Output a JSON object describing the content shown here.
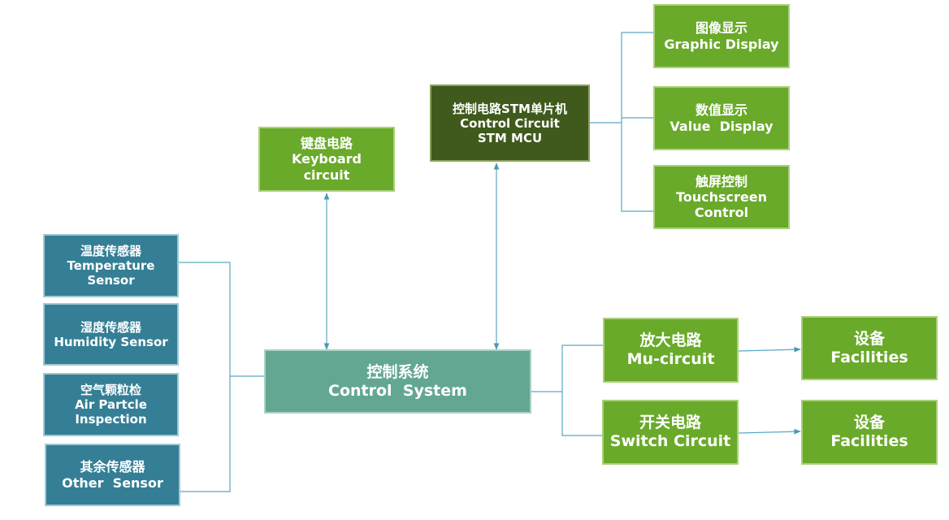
{
  "diagram": {
    "sensors": [
      {
        "cn": "温度传感器",
        "en1": "Temperature",
        "en2": "Sensor"
      },
      {
        "cn": "湿度传感器",
        "en1": "Humidity Sensor",
        "en2": ""
      },
      {
        "cn": "空气颗粒检",
        "en1": "Air Partcle",
        "en2": "Inspection"
      },
      {
        "cn": "其余传感器",
        "en1": "Other  Sensor",
        "en2": ""
      }
    ],
    "control_system": {
      "cn": "控制系统",
      "en": "Control  System"
    },
    "keyboard": {
      "cn": "键盘电路",
      "en1": "Keyboard",
      "en2": "circuit"
    },
    "mcu": {
      "cn": "控制电路STM单片机",
      "en1": "Control Circuit",
      "en2": "STM MCU"
    },
    "displays": [
      {
        "cn": "图像显示",
        "en1": "Graphic Display",
        "en2": ""
      },
      {
        "cn": "数值显示",
        "en1": "Value  Display",
        "en2": ""
      },
      {
        "cn": "触屏控制",
        "en1": "Touchscreen",
        "en2": "Control"
      }
    ],
    "amp": {
      "cn": "放大电路",
      "en": "Mu-circuit"
    },
    "switch": {
      "cn": "开关电路",
      "en": "Switch Circuit"
    },
    "facilities": [
      {
        "cn": "设备",
        "en": "Facilities"
      },
      {
        "cn": "设备",
        "en": "Facilities"
      }
    ]
  },
  "colors": {
    "sensor": "#347f96",
    "green": "#6aaa2a",
    "dark_green": "#3f5a1c",
    "core": "#63a793",
    "line": "#5aa8c0"
  }
}
